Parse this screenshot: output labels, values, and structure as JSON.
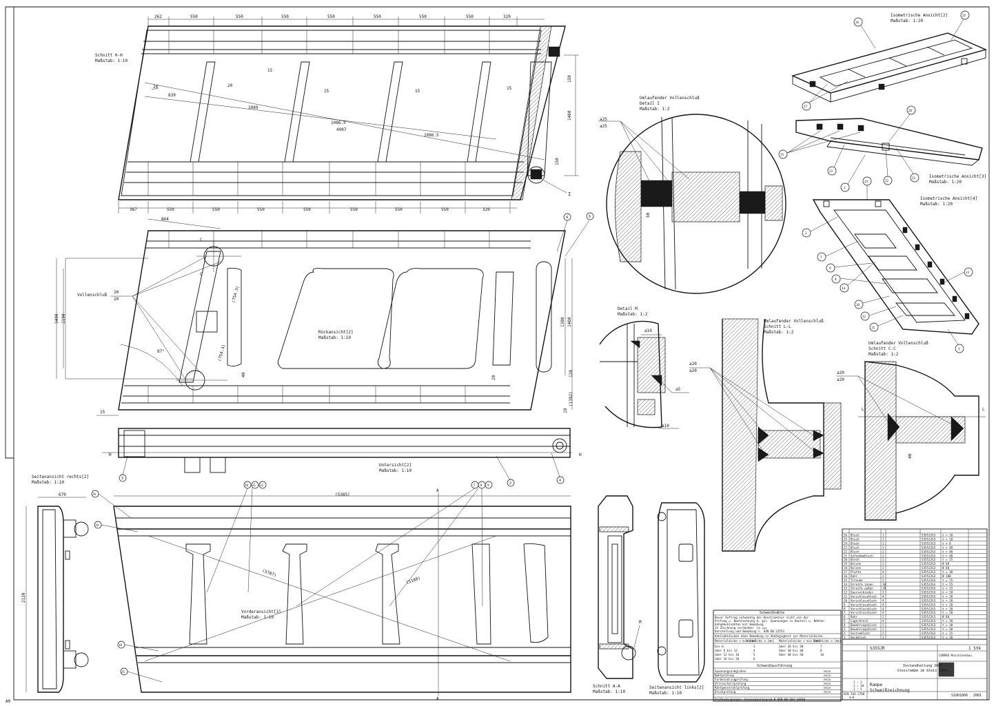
{
  "sheet": {
    "format": "A0"
  },
  "views": {
    "schnitt_hh": {
      "title": "Schnitt H-H",
      "scale": "Maßstab:  1:10"
    },
    "rueckansicht": {
      "title": "Rückansicht[2]",
      "scale": "Maßstab:  1:10"
    },
    "untersicht": {
      "title": "Untersicht[2]",
      "scale": "Maßstab:  1:10"
    },
    "seitenansicht_rechts": {
      "title": "Seitenansicht rechts[2]",
      "scale": "Maßstab:  1:10"
    },
    "vorderansicht": {
      "title": "Vorderansicht[3]",
      "scale": "Maßstab:  1:10"
    },
    "schnitt_aa": {
      "title": "Schnitt A-A",
      "scale": "Maßstab:  1:10"
    },
    "seitenansicht_links": {
      "title": "Seitenansicht links[2]",
      "scale": "Maßstab:  1:10"
    },
    "detail_i": {
      "line1": "Umlaufender Vollenschluß",
      "title": "Detail I",
      "scale": "Maßstab:  1:2"
    },
    "detail_m": {
      "title": "Detail M",
      "scale": "Maßstab:  1:2"
    },
    "schnitt_ll": {
      "line1": "Umlaufender Vollenschluß",
      "title": "Schnitt L-L",
      "scale": "Maßstab:  1:2"
    },
    "schnitt_cc": {
      "line1": "Umlaufender Vollenschluß",
      "title": "Schnitt C-C",
      "scale": "Maßstab:  1:2"
    },
    "iso2": {
      "title": "Isometrische Ansicht[2]",
      "scale": "Maßstab:  1:20"
    },
    "iso3": {
      "title": "Isometrische Ansicht[3]",
      "scale": "Maßstab:  1:20"
    },
    "iso4": {
      "title": "Isometrische Ansicht[4]",
      "scale": "Maßstab:  1:20"
    }
  },
  "dims": {
    "top_row": [
      "262",
      "550",
      "550",
      "550",
      "550",
      "550",
      "550",
      "550",
      "320"
    ],
    "bottom_row": [
      "367",
      "550",
      "550",
      "550",
      "550",
      "550",
      "550",
      "550",
      "320"
    ],
    "hh": {
      "d15a": "15",
      "d20a": "20",
      "d20b": "20",
      "d15b": "15",
      "d15c": "15",
      "d15d": "15",
      "d839": "839",
      "d1089": "1089",
      "d10865a": "1086.5",
      "d4987": "4987",
      "d10865b": "1086.5",
      "d150a": "150",
      "d1460": "1460",
      "d150b": "150"
    },
    "rueck": {
      "d864": "864",
      "d1490": "1490",
      "d1190": "1190",
      "d7543a": "(754.3)",
      "d7543b": "(754.3)",
      "d40": "40",
      "d87": "87°",
      "d15": "15",
      "d1380": "1380",
      "d1460": "1460",
      "d120": "120",
      "d20": "20",
      "d19": "19",
      "d1392": "(1392)",
      "voll": "Vollenschluß",
      "v20a": "20",
      "v20b": "20"
    },
    "seite": {
      "d670": "670",
      "d2120": "2120"
    },
    "vorder": {
      "d5385": "(5385)",
      "d5787": "(5787)",
      "d5188": "(5188)"
    },
    "detail": {
      "a25a": "a25",
      "a25b": "a25",
      "d50": "50",
      "a10a": "a10",
      "a5": "a5",
      "a10b": "a10",
      "a20a": "a20",
      "a20b": "a20",
      "a20c": "a20",
      "a20d": "a20",
      "d40": "40",
      "L": "L"
    }
  },
  "markers": {
    "I": "I",
    "C": "C",
    "H": "H",
    "A": "A",
    "M": "M"
  },
  "balloons": {
    "b6": "6",
    "b4": "4",
    "b3": "3",
    "b2": "2",
    "b4b": "4",
    "b26": "26",
    "b19": "19",
    "b18": "18",
    "b25": "25",
    "b101112": [
      "10",
      "11",
      "12"
    ],
    "b789": [
      "7",
      "8",
      "9"
    ],
    "i26": "26",
    "i25": "25",
    "i17": "17",
    "i20": "20",
    "i15": "15",
    "i23": "23",
    "i22": "22",
    "i21": "21",
    "i1": "1",
    "i24": "24",
    "i2": "2",
    "i7": "7",
    "i9": "9",
    "i8": "8",
    "i14": "14",
    "i13": "13",
    "i10": "10",
    "i12": "12",
    "i11": "11",
    "i3": "3"
  },
  "weld_table": {
    "title": "Schweißnähte",
    "notes": [
      "Bevor Auftrag notwendig der Konstrukteur nicht von der",
      "Prüfung u. Nachrechnung d. gul. Spannungen in Bauteil u. Nähten",
      "Anhubkehlnahten mit Bemaßung",
      "In Zeichnung vorhanden: [a ===",
      "Darstellung und Bemaßung s. DIN EN 22553"
    ],
    "header": "Kehlnahtdicken ohne Bemaßung in Abhängigkeit zur Materialdicke",
    "col_heads": [
      "Materialdicke s min [mm]",
      "Nahtdicke a [mm]",
      "Materialdicke s min [mm]",
      "Nahtdicke a [mm]"
    ],
    "rows": [
      [
        "bis 6",
        "3",
        "über 20 bis 30",
        "7"
      ],
      [
        "über 6 bis 12",
        "4",
        "über 30 bis 40",
        "8"
      ],
      [
        "über 12 bis 16",
        "5",
        "über 40 bis 50",
        "10"
      ],
      [
        "über 16 bis 20",
        "6",
        "",
        ""
      ]
    ],
    "exec_title": "Schweißausführung",
    "exec_rows": [
      [
        "Spannungsarmglühen",
        "nein"
      ],
      [
        "Nahtprüfung",
        "nein"
      ],
      [
        "Farbeindringprüfung",
        "nein"
      ],
      [
        "Ultraschallprüfung",
        "nein"
      ],
      [
        "Röntgenstrahlprüfung",
        "nein"
      ],
      [
        "Druckprüfung",
        "nein"
      ]
    ],
    "footer": "Prüfbedingungen: Genauigkeitsgrad B DIN EN ISO 13920"
  },
  "parts_list": {
    "rows": [
      [
        "26",
        "Blech",
        "1",
        "S355J2G3",
        "t = 10"
      ],
      [
        "25",
        "Blech",
        "1",
        "S355J2G3",
        "t = 10"
      ],
      [
        "24",
        "Blech",
        "1",
        "S355J2G3",
        "t = 8"
      ],
      [
        "23",
        "Blech",
        "1",
        "S355J2G3",
        "t = 40"
      ],
      [
        "22",
        "Blech",
        "2",
        "S355J2G3",
        "t = 40"
      ],
      [
        "21",
        "Aufnahmeblech",
        "2",
        "S355J2G3",
        "t = 40"
      ],
      [
        "20",
        "Blech",
        "2",
        "S355J2G3",
        "t = 25"
      ],
      [
        "19",
        "Bolzen",
        "2",
        "S355J2G3",
        "Ø 60"
      ],
      [
        "18",
        "Bolzen",
        "2",
        "S355J2G3",
        "Ø 60"
      ],
      [
        "17",
        "Platte",
        "4",
        "S355J2G3",
        "t = 30"
      ],
      [
        "16",
        "Rohr",
        "2",
        "S355J2G3",
        "Ø 100"
      ],
      [
        "15",
        "Titnube",
        "2",
        "S355J2G3",
        "t = 15"
      ],
      [
        "14",
        "Streife innen",
        "10",
        "S355J2G3",
        "t = 15"
      ],
      [
        "13",
        "Streife außen",
        "10",
        "S355J2G3",
        "t = 15"
      ],
      [
        "12",
        "Querverbinder",
        "2",
        "S355J2G3",
        "t = 20"
      ],
      [
        "11",
        "Verschlussblech",
        "4",
        "S355J2G3",
        "t = 20"
      ],
      [
        "10",
        "Verschlussblech",
        "4",
        "S355J2G3",
        "t = 20"
      ],
      [
        "9",
        "Verschlussblech",
        "4",
        "S355J2G3",
        "t = 20"
      ],
      [
        "8",
        "Verschlussblech",
        "4",
        "S355J2G3",
        "t = 20"
      ],
      [
        "7",
        "Verschlussblech",
        "4",
        "S355J2G3",
        "t = 20"
      ],
      [
        "6",
        "Rohr",
        "2",
        "S355J2G3",
        "Ø 60"
      ],
      [
        "5",
        "Lagerblech",
        "4",
        "S355J2G3",
        "t = 20"
      ],
      [
        "4",
        "Bewehrungsblech",
        "2",
        "S355J2G3",
        "t = 30"
      ],
      [
        "3",
        "Bewehrungsblech",
        "2",
        "S355J2G3",
        "t = 30"
      ],
      [
        "2",
        "Seitenblech",
        "2",
        "S355J2G3",
        "t = 15"
      ],
      [
        "1",
        "Deckblech",
        "1",
        "S355J2G3",
        "t = 20"
      ]
    ]
  },
  "title_block": {
    "material": "S355JR",
    "quantity": "1 Stk",
    "company": "CONRAD Maschinenbau",
    "project": "Instandhaltung 2007",
    "project2": "Gleisrampe im Gleis 3400",
    "title1": "Rampe",
    "title2": "Schweißzeichnung",
    "drawing_no": "S1001006",
    "rev": "2001",
    "scales": [
      "1 : 2",
      "1 : 10",
      "1 : 5"
    ],
    "standard": "DIN ISO 2768",
    "standard2": "m-K"
  }
}
